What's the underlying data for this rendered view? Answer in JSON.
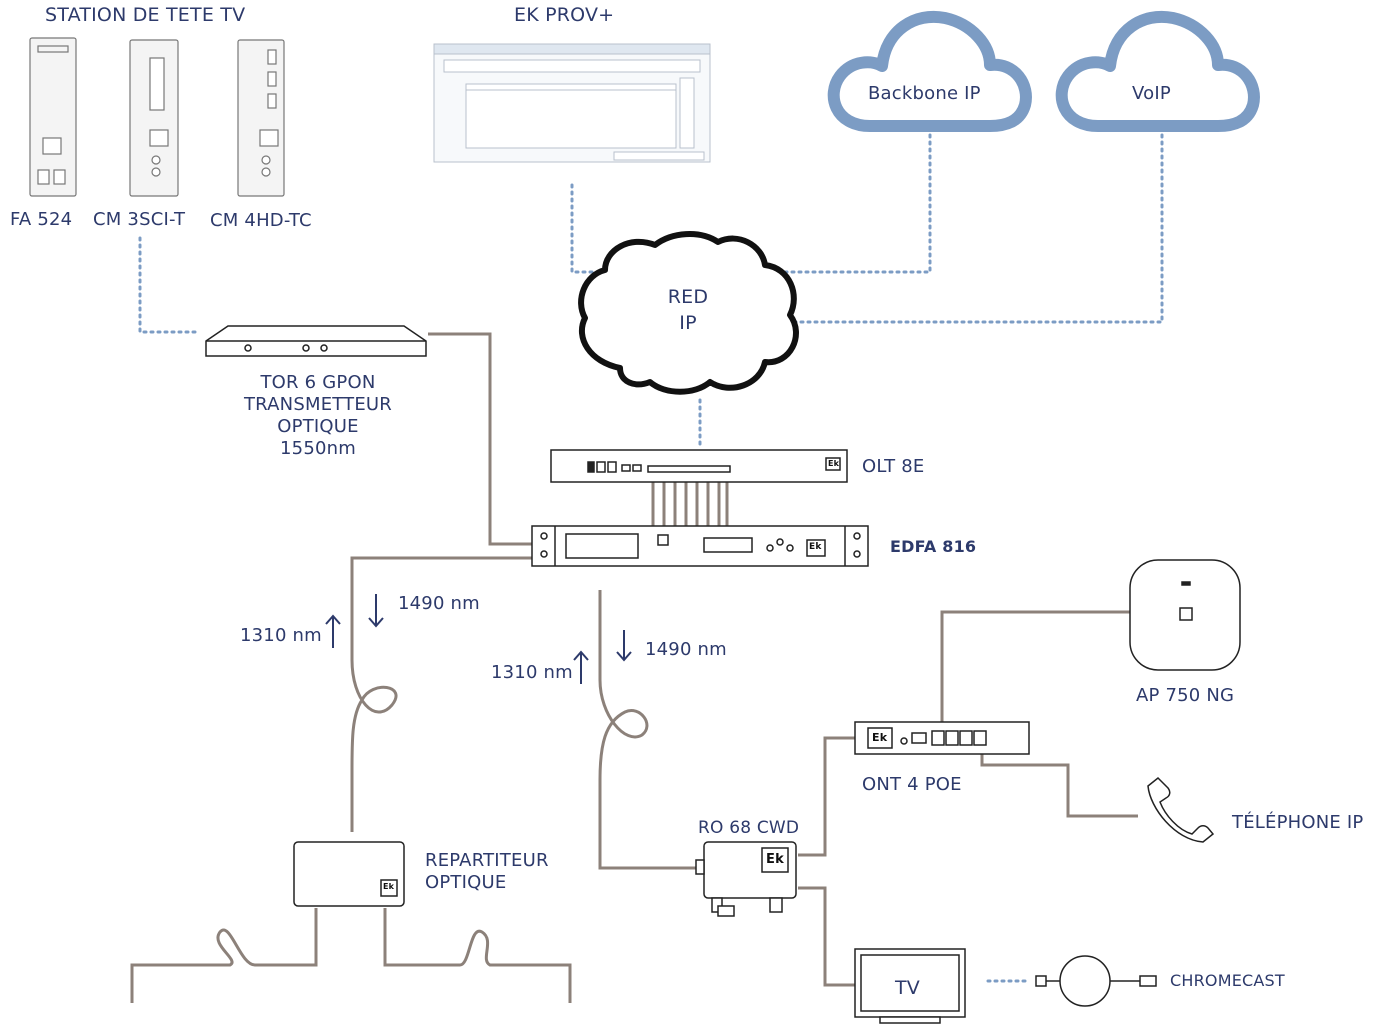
{
  "headend": {
    "title": "STATION DE TETE TV",
    "modules": [
      "FA 524",
      "CM 3SCI-T",
      "CM 4HD-TC"
    ]
  },
  "software": {
    "title": "EK PROV+"
  },
  "clouds": {
    "backbone": "Backbone IP",
    "voip": "VoIP",
    "red_ip": [
      "RED",
      "IP"
    ]
  },
  "tor": [
    "TOR 6 GPON",
    "TRANSMETTEUR",
    "OPTIQUE",
    "1550nm"
  ],
  "olt": "OLT 8E",
  "edfa": "EDFA 816",
  "wavelengths": {
    "left_down": "1490 nm",
    "left_up": "1310 nm",
    "right_down": "1490 nm",
    "right_up": "1310 nm"
  },
  "splitter": [
    "REPARTITEUR",
    "OPTIQUE"
  ],
  "ro": "RO 68 CWD",
  "ont": "ONT 4 POE",
  "ap": "AP 750 NG",
  "phone": "TÉLÉPHONE IP",
  "tv": "TV",
  "chromecast": "CHROMECAST",
  "brand_mark": "Ek",
  "colors": {
    "text": "#2d3a6b",
    "fiber": "#8c817a",
    "dotted_link": "#7c9cc4",
    "cloud_outline": "#7c9cc4",
    "device_outline": "#2a2a2a"
  }
}
